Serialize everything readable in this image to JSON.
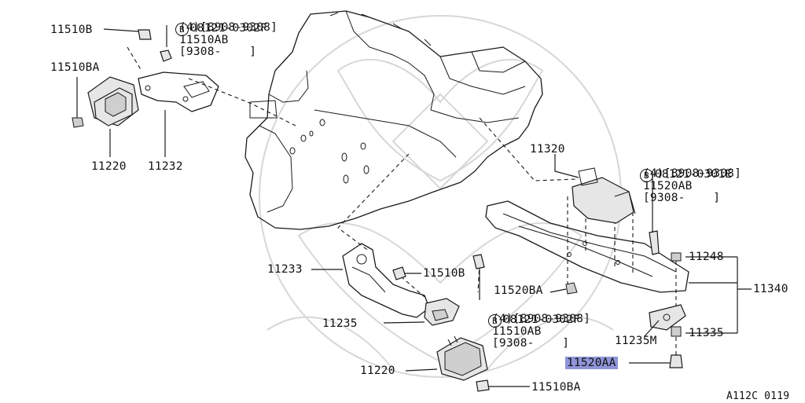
{
  "labels": {
    "l_11510b_top": "11510B",
    "l_bolt_b1": "08121-0302F",
    "l_bolt_b1_qty": "(4)[8908-9308]",
    "l_11510ab_top": "11510AB",
    "l_range_top": "[9308-    ]",
    "l_11510ba_top": "11510BA",
    "l_11220_top": "11220",
    "l_11232": "11232",
    "l_11320": "11320",
    "l_bolt_e": "08121-0301E",
    "l_bolt_e_qty": "(4)[8908-9308]",
    "l_11520ab": "11520AB",
    "l_range_right": "[9308-    ]",
    "l_11248": "11248",
    "l_11340": "11340",
    "l_11233": "11233",
    "l_11510b_mid": "11510B",
    "l_11520ba": "11520BA",
    "l_bolt_b2": "08121-0302F",
    "l_bolt_b2_qty": "(4)[8908-9308]",
    "l_11510ab_bot": "11510AB",
    "l_range_bot": "[9308-    ]",
    "l_11235": "11235",
    "l_11235m": "11235M",
    "l_11335": "11335",
    "l_11520aa": "11520AA",
    "l_11220_bot": "11220",
    "l_11510ba_bot": "11510BA",
    "l_ref": "A112C 0119"
  },
  "callout_marker": "B"
}
